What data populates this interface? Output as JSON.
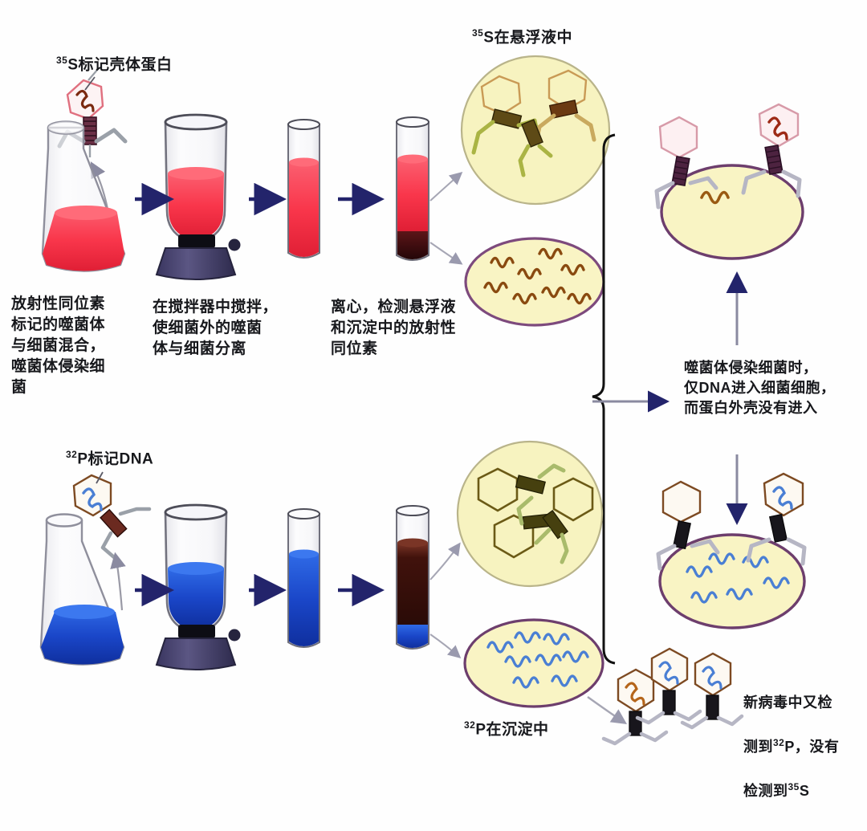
{
  "diagram": {
    "title_implied": "Hershey-Chase blender experiment",
    "labels": {
      "s35_label": "S标记壳体蛋白",
      "s35_sup": "35",
      "p32_label": "P标记DNA",
      "p32_sup": "32",
      "s35_supernatant": "S在悬浮液中",
      "s35_supernatant_sup": "35",
      "p32_pellet": "P在沉淀中",
      "p32_pellet_sup": "32"
    },
    "captions": {
      "step1": "放射性同位素\n标记的噬菌体\n与细菌混合，\n噬菌体侵染细\n菌",
      "step2": "在搅拌器中搅拌，\n使细菌外的噬菌\n体与细菌分离",
      "step3": "离心，检测悬浮液\n和沉淀中的放射性\n同位素",
      "conclusion": "噬菌体侵染细菌时，\n仅DNA进入细菌细胞，\n而蛋白外壳没有进入",
      "new_virus_line1": "新病毒中又检",
      "new_virus_line2_pre": "测到",
      "new_virus_line2_sup": "32",
      "new_virus_line2_post": "P，没有",
      "new_virus_line3_pre": "检测到",
      "new_virus_line3_sup": "35",
      "new_virus_line3_post": "S"
    },
    "colors": {
      "red_medium": "#f9364b",
      "red_light": "#fb5566",
      "red_dark_pellet": "#3a0c10",
      "blue_medium": "#1a46c8",
      "blue_light": "#2a63e0",
      "brown_dark": "#35120c",
      "arrow_navy": "#23246b",
      "arrow_grey": "#8a8aa0",
      "cell_yellow": "#f7f3c0",
      "cell_outline_purple": "#7d4a7d",
      "phage_pink": "#e8a8b4",
      "phage_brown": "#7d4a22",
      "phage_olive": "#a8a93a",
      "dna_brown": "#8a4a10",
      "dna_blue": "#4a7fd4",
      "glass_grey": "#9a9aa6",
      "blender_base": "#4a4670"
    },
    "stages": {
      "top_row": {
        "isotope": "35S",
        "liquid_color": "red",
        "flask": "Erlenmeyer flask with red culture",
        "blender": "blender with red culture",
        "tube_mixed": "test tube uniform red",
        "tube_spun": "test tube red supernatant over dark pellet",
        "inset_supernatant": "empty phage ghosts in pale yellow circle",
        "inset_pellet": "bacteria pellet with brown DNA squiggles"
      },
      "bottom_row": {
        "isotope": "32P",
        "liquid_color": "blue",
        "flask": "Erlenmeyer flask with blue culture",
        "blender": "blender with blue culture",
        "tube_mixed": "test tube uniform blue",
        "tube_spun": "test tube dark brown supernatant over blue pellet",
        "inset_supernatant": "empty phage ghosts in pale yellow circle",
        "inset_pellet": "bacteria pellet with blue DNA squiggles"
      },
      "right_top_cell": "bacterium with two attached phages, one red DNA head, injected DNA inside",
      "right_bottom_cell": "bacterium filled with blue DNA squiggles and attached phages",
      "new_phages": "three progeny phages, one brown DNA head and two blue DNA heads"
    }
  }
}
